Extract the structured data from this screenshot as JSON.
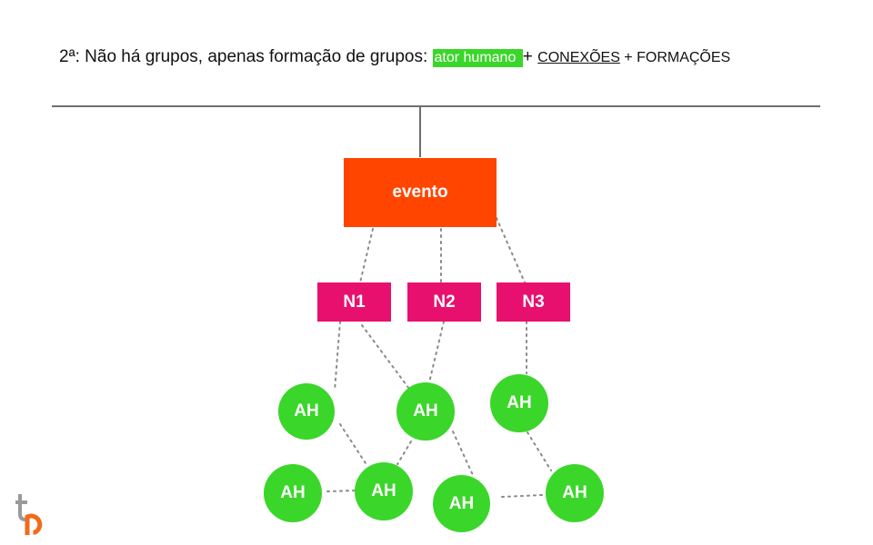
{
  "header": {
    "prefix": "2ª: Não há grupos, apenas formação de grupos: ",
    "highlight": "ator humano ",
    "plus1": " + ",
    "conexoes": "CONEXÕES",
    "plus2": " + FORMAÇÕES"
  },
  "diagram": {
    "event_label": "evento",
    "nodes": [
      "N1",
      "N2",
      "N3"
    ],
    "actor_label": "AH"
  },
  "colors": {
    "event": "#ff4500",
    "node": "#e8106e",
    "actor": "#3bd62a",
    "line": "#6e6e6e",
    "dotted": "#8a8a8a"
  },
  "logo": {
    "text": "tp"
  }
}
